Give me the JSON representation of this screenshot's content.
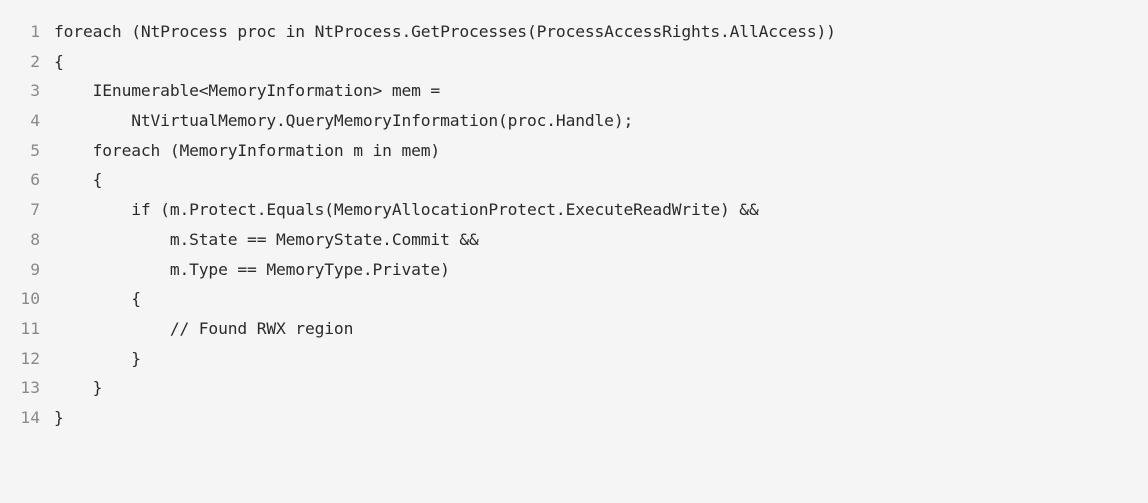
{
  "code": {
    "lines": [
      {
        "number": "1",
        "text": "foreach (NtProcess proc in NtProcess.GetProcesses(ProcessAccessRights.AllAccess))"
      },
      {
        "number": "2",
        "text": "{"
      },
      {
        "number": "3",
        "text": "    IEnumerable<MemoryInformation> mem ="
      },
      {
        "number": "4",
        "text": "        NtVirtualMemory.QueryMemoryInformation(proc.Handle);"
      },
      {
        "number": "5",
        "text": "    foreach (MemoryInformation m in mem)"
      },
      {
        "number": "6",
        "text": "    {"
      },
      {
        "number": "7",
        "text": "        if (m.Protect.Equals(MemoryAllocationProtect.ExecuteReadWrite) &&"
      },
      {
        "number": "8",
        "text": "            m.State == MemoryState.Commit &&"
      },
      {
        "number": "9",
        "text": "            m.Type == MemoryType.Private)"
      },
      {
        "number": "10",
        "text": "        {"
      },
      {
        "number": "11",
        "text": "            // Found RWX region"
      },
      {
        "number": "12",
        "text": "        }"
      },
      {
        "number": "13",
        "text": "    }"
      },
      {
        "number": "14",
        "text": "}"
      }
    ]
  }
}
